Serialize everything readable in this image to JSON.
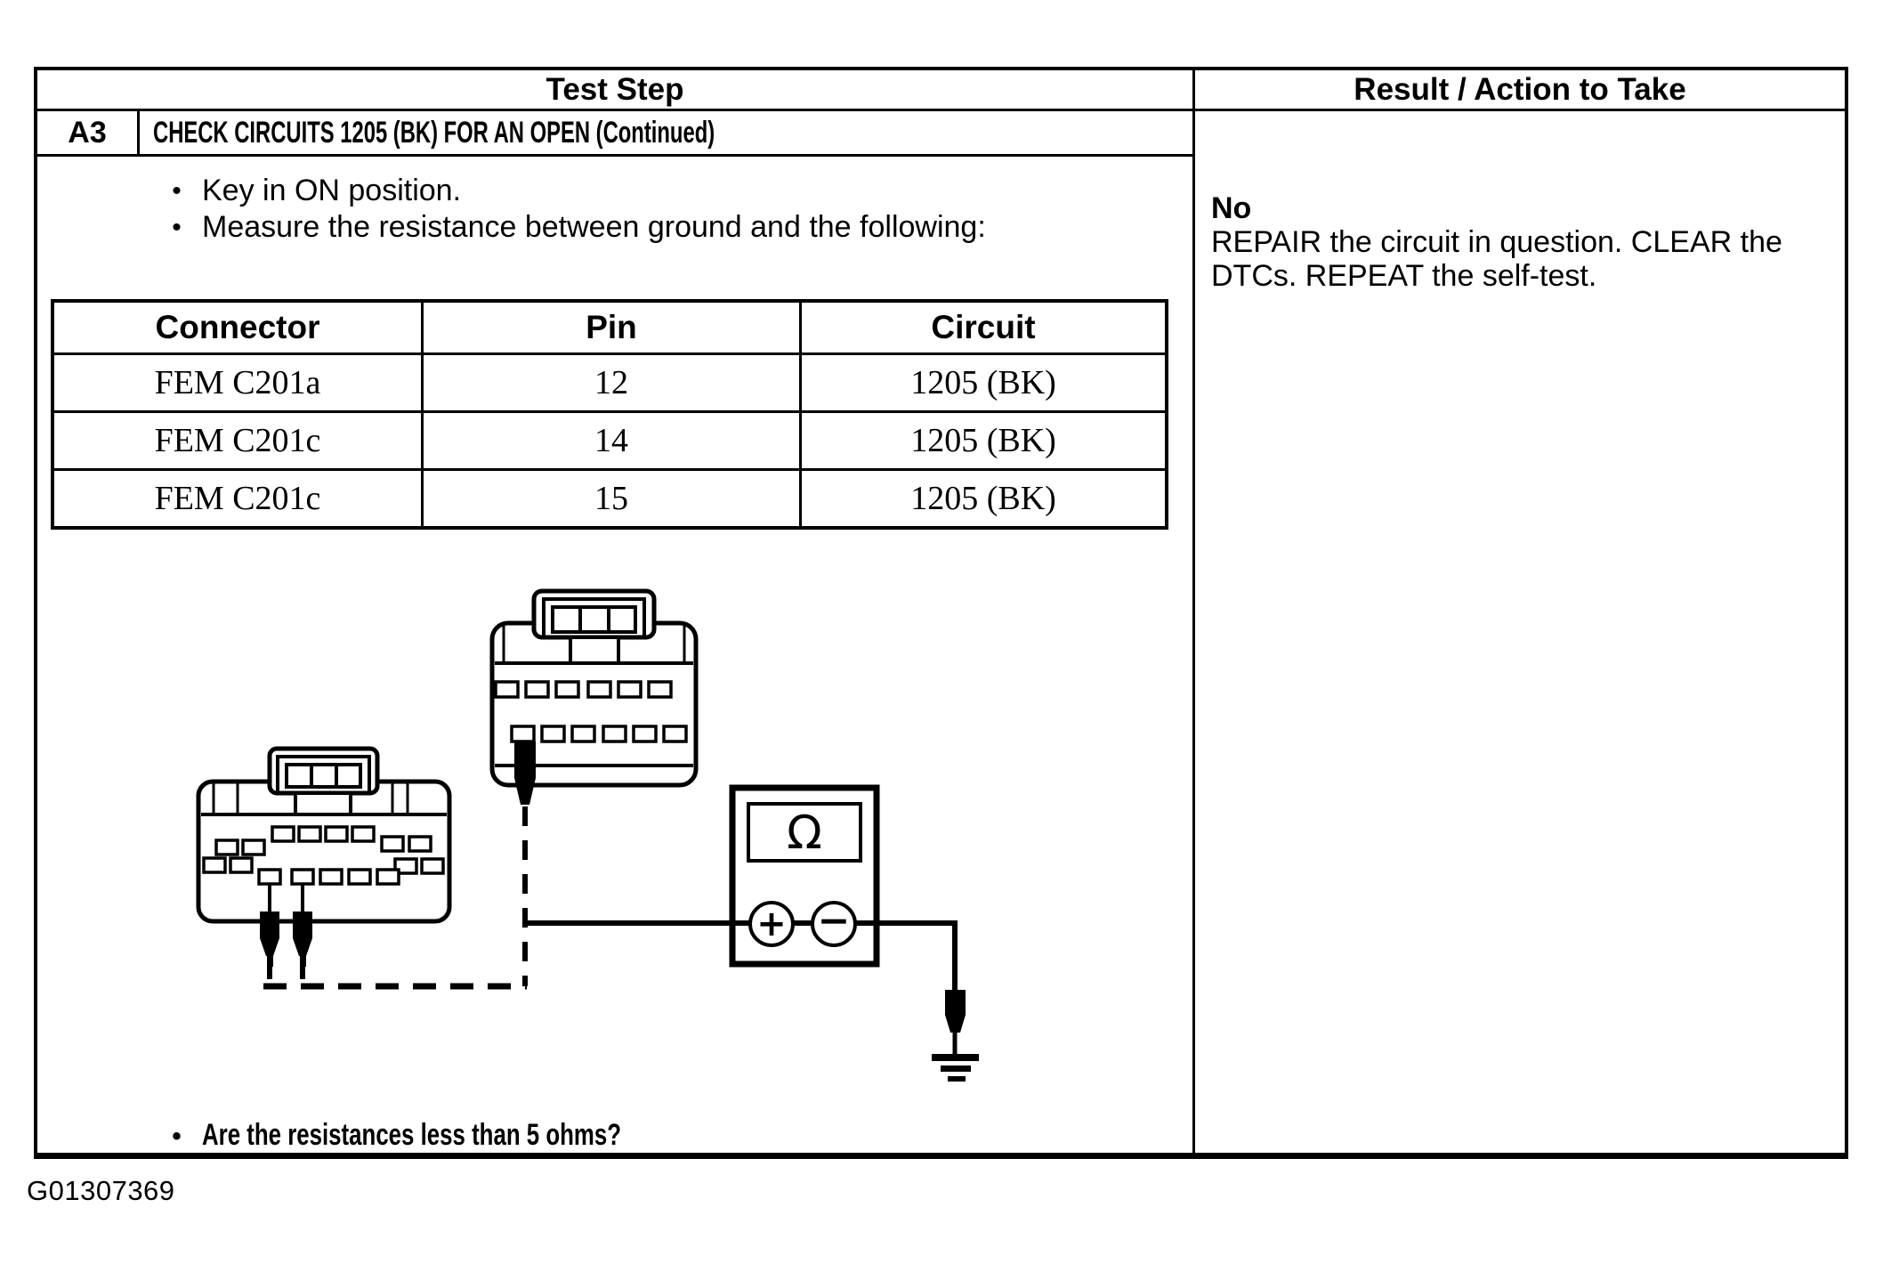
{
  "header": {
    "test_step_label": "Test Step",
    "result_label": "Result / Action to Take"
  },
  "step": {
    "id": "A3",
    "title": "CHECK CIRCUITS 1205 (BK) FOR AN OPEN (Continued)"
  },
  "bullet_glyph": "•",
  "instructions": [
    {
      "text": "Key in ON position."
    },
    {
      "text": "Measure the resistance between ground and the following:"
    }
  ],
  "measurement_table": {
    "columns": [
      "Connector",
      "Pin",
      "Circuit"
    ],
    "rows": [
      {
        "connector": "FEM C201a",
        "pin": "12",
        "circuit": "1205 (BK)"
      },
      {
        "connector": "FEM C201c",
        "pin": "14",
        "circuit": "1205 (BK)"
      },
      {
        "connector": "FEM C201c",
        "pin": "15",
        "circuit": "1205 (BK)"
      }
    ]
  },
  "question": "Are the resistances less than 5 ohms?",
  "result": {
    "verdict": "No",
    "action": "REPAIR the circuit in question. CLEAR the DTCs. REPEAT the self-test."
  },
  "diagram": {
    "meter_symbol": "Ω",
    "plus_label": "+",
    "minus_label": "−"
  },
  "figure_id": "G01307369",
  "colors": {
    "ink": "#000000",
    "paper": "#ffffff"
  }
}
